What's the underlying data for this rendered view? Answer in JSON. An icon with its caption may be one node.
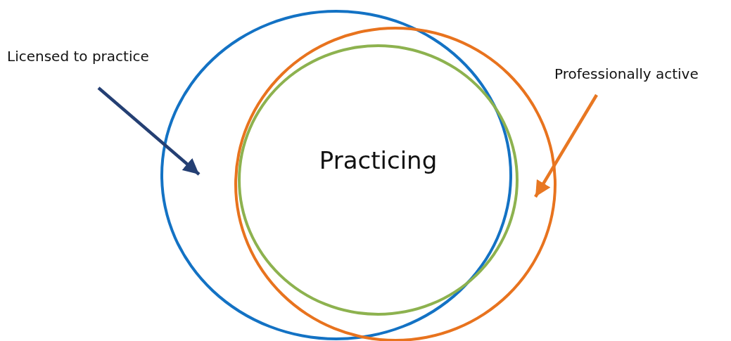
{
  "diagram": {
    "nodes": [
      {
        "text": [
          "Licensed to practice"
        ]
      },
      {
        "text": [],
        "shape": "circle"
      },
      {
        "text": [
          "Professionally active"
        ]
      },
      {
        "text": [],
        "shape": "circle"
      },
      {
        "text": [
          "Practicing"
        ],
        "in": 3
      }
    ],
    "edges": [
      {
        "from": 0,
        "to": 1,
        "arrow": "to",
        "color": "#243f73"
      },
      {
        "from": 2,
        "to": 3,
        "arrow": "to",
        "color": "#e87722"
      }
    ]
  }
}
